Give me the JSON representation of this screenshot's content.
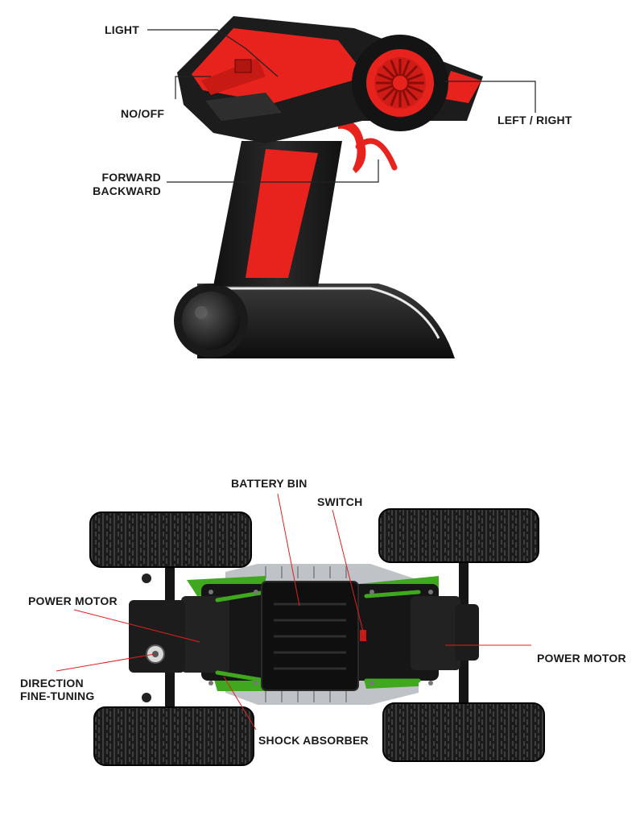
{
  "controller": {
    "labels": {
      "light": "LIGHT",
      "on_off": "NO/OFF",
      "left_right": "LEFT / RIGHT",
      "forward": "FORWARD",
      "backward": "BACKWARD"
    },
    "colors": {
      "body": "#1c1c1c",
      "accent": "#e8231d"
    }
  },
  "car": {
    "labels": {
      "battery_bin": "BATTERY BIN",
      "switch": "SWITCH",
      "power_motor_left": "POWER MOTOR",
      "power_motor_right": "POWER MOTOR",
      "direction_fine_tuning_1": "DIRECTION",
      "direction_fine_tuning_2": "FINE-TUNING",
      "shock_absorber": "SHOCK ABSORBER"
    },
    "colors": {
      "chassis": "#161616",
      "accent": "#3fa81e",
      "leader_line": "#e02020"
    }
  }
}
